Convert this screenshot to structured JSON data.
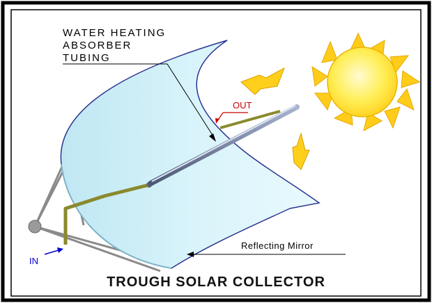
{
  "labels": {
    "absorber_line1": "WATER HEATING",
    "absorber_line2": "ABSORBER",
    "absorber_line3": "TUBING",
    "outlet": "OUT",
    "inlet": "IN",
    "mirror": "Reflecting Mirror",
    "title": "TROUGH SOLAR COLLECTOR"
  },
  "colors": {
    "border": "#000000",
    "background": "#ffffff",
    "mirror_fill": "#cdeef6",
    "mirror_edge": "#2b3590",
    "tube": "#5f6b86",
    "pipe": "#8a8a2e",
    "sun": "#ffe23a",
    "sun_rays": "#ffc61a",
    "arrow_out": "#cc0000",
    "arrow_in": "#0000cc",
    "frame_struts": "#8a8a8a"
  },
  "icons": [
    "sun-icon",
    "sunray-arrow-icon"
  ]
}
